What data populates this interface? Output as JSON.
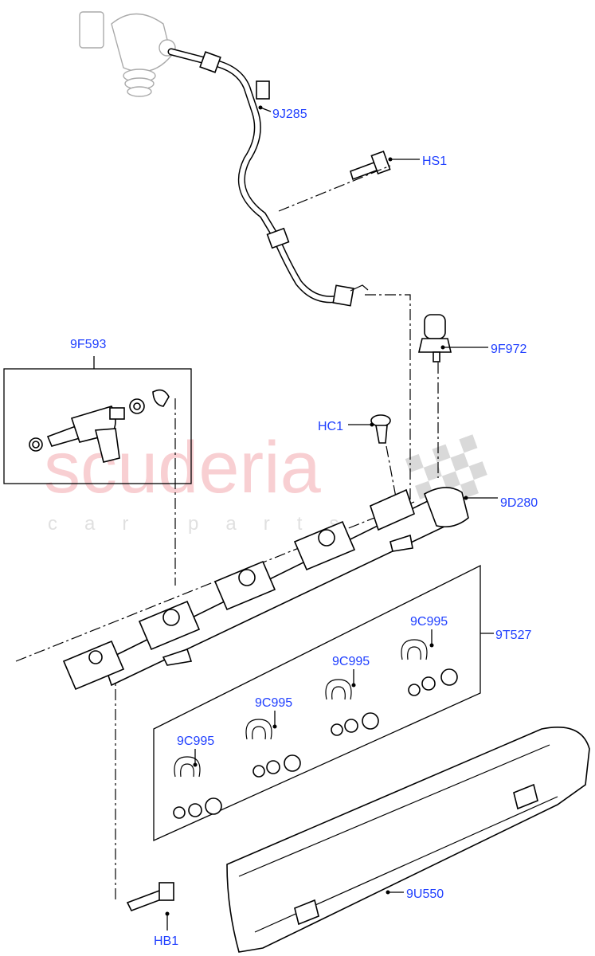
{
  "watermark": {
    "brand": "scuderia",
    "tagline": "car parts",
    "color": "#f4b8bc"
  },
  "label_color": "#1f3fff",
  "callouts": {
    "fuel_pipe": "9J285",
    "bolt_hs1": "HS1",
    "injector_kit": "9F593",
    "pressure_sensor": "9F972",
    "clip_hc1": "HC1",
    "fuel_rail": "9D280",
    "seal_kit": "9T527",
    "clip_1": "9C995",
    "clip_2": "9C995",
    "clip_3": "9C995",
    "clip_4": "9C995",
    "heat_shield": "9U550",
    "bolt_hb1": "HB1"
  }
}
